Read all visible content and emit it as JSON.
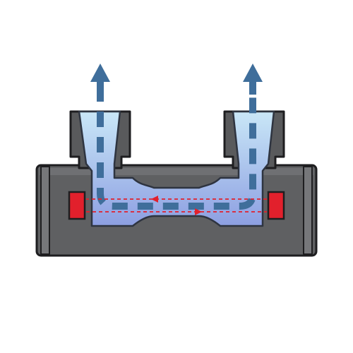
{
  "diagram": {
    "components": [
      {
        "id": "meter-body",
        "kind": "housing"
      },
      {
        "id": "left-port",
        "kind": "inlet",
        "flow": "up"
      },
      {
        "id": "right-port",
        "kind": "outlet",
        "flow": "up"
      },
      {
        "id": "flow-channel",
        "kind": "measuring-tube"
      },
      {
        "id": "left-transducer",
        "kind": "ultrasonic-sensor"
      },
      {
        "id": "right-transducer",
        "kind": "ultrasonic-sensor"
      },
      {
        "id": "signal-upstream",
        "kind": "signal-path",
        "direction": "left"
      },
      {
        "id": "signal-downstream",
        "kind": "signal-path",
        "direction": "right"
      }
    ],
    "colors": {
      "body": "#5f6062",
      "body_edge": "#1e1e20",
      "body_highlight": "#76777a",
      "port": "#595a5c",
      "fluid_top": "#d8f1fb",
      "fluid_bottom": "#8ea2e3",
      "fluid_edge": "#2e3440",
      "flow_path": "#3f6e9b",
      "transducer": "#e2202c",
      "signal": "#e2202c"
    }
  }
}
